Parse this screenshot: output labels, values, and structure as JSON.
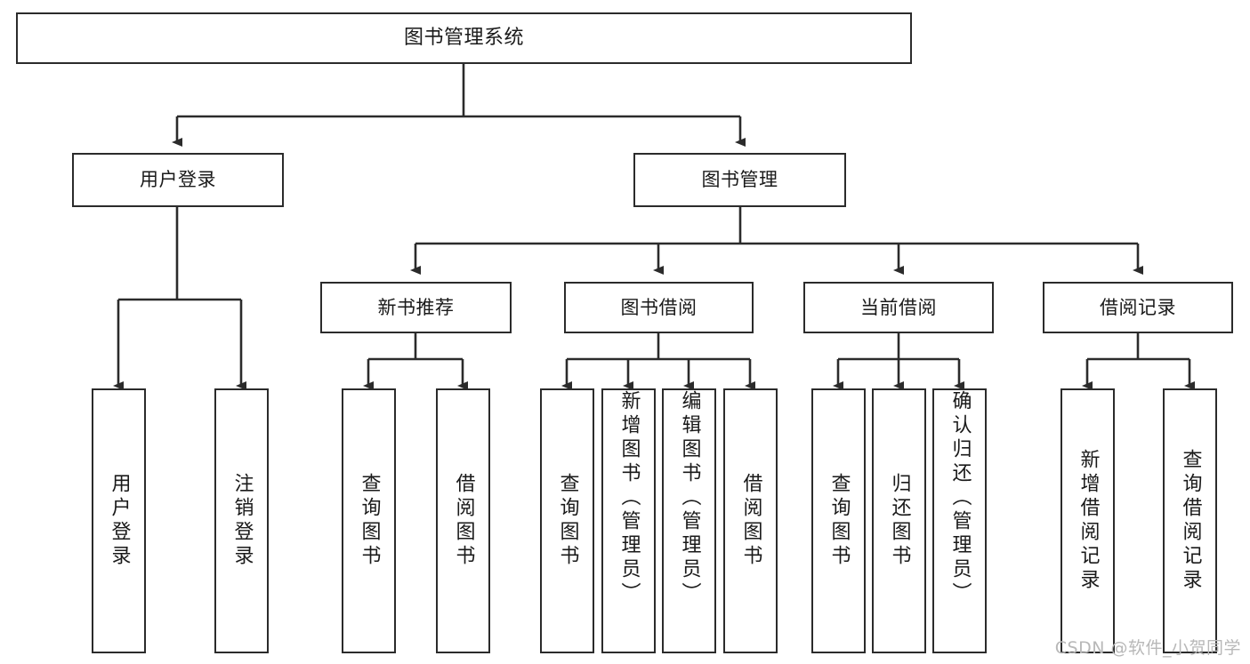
{
  "diagram": {
    "title": "图书管理系统",
    "type": "tree",
    "background": "#ffffff",
    "stroke_color": "#2b2b2b",
    "text_color": "#1a1a1a",
    "watermark": "CSDN @软件_小贺同学",
    "watermark_color": "#b8b8b8"
  },
  "nodes": {
    "root": {
      "label": "图书管理系统"
    },
    "level1": [
      {
        "id": "user-login",
        "label": "用户登录"
      },
      {
        "id": "book-manage",
        "label": "图书管理"
      }
    ],
    "level2": [
      {
        "id": "new-book-recommend",
        "label": "新书推荐"
      },
      {
        "id": "book-borrow",
        "label": "图书借阅"
      },
      {
        "id": "current-borrow",
        "label": "当前借阅"
      },
      {
        "id": "borrow-record",
        "label": "借阅记录"
      }
    ],
    "leaves": [
      {
        "id": "leaf-user-login",
        "label": "用户登录",
        "parent": "user-login"
      },
      {
        "id": "leaf-logout",
        "label": "注销登录",
        "parent": "user-login"
      },
      {
        "id": "leaf-query-book-1",
        "label": "查询图书",
        "parent": "new-book-recommend"
      },
      {
        "id": "leaf-borrow-book-1",
        "label": "借阅图书",
        "parent": "new-book-recommend"
      },
      {
        "id": "leaf-query-book-2",
        "label": "查询图书",
        "parent": "book-borrow"
      },
      {
        "id": "leaf-add-book",
        "label": "新增图书（管理员）",
        "parent": "book-borrow"
      },
      {
        "id": "leaf-edit-book",
        "label": "编辑图书（管理员）",
        "parent": "book-borrow"
      },
      {
        "id": "leaf-borrow-book-2",
        "label": "借阅图书",
        "parent": "book-borrow"
      },
      {
        "id": "leaf-query-book-3",
        "label": "查询图书",
        "parent": "current-borrow"
      },
      {
        "id": "leaf-return-book",
        "label": "归还图书",
        "parent": "current-borrow"
      },
      {
        "id": "leaf-confirm-return",
        "label": "确认归还（管理员）",
        "parent": "current-borrow"
      },
      {
        "id": "leaf-add-record",
        "label": "新增借阅记录",
        "parent": "borrow-record"
      },
      {
        "id": "leaf-query-record",
        "label": "查询借阅记录",
        "parent": "borrow-record"
      }
    ]
  }
}
